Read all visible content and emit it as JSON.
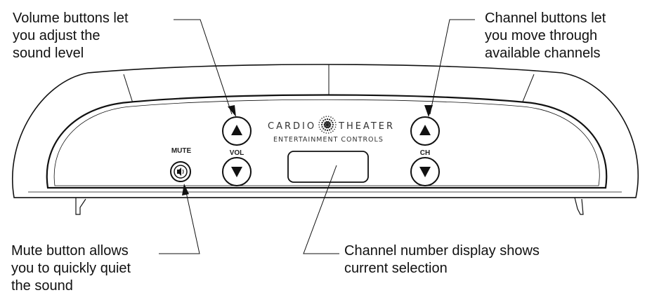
{
  "callouts": {
    "volume": "Volume buttons let\nyou adjust the\nsound level",
    "channel": "Channel buttons let\nyou move through\navailable channels",
    "mute": "Mute button allows\nyou to quickly quiet\nthe sound",
    "display": "Channel number display shows\ncurrent selection"
  },
  "panel": {
    "brand_left": "CARDIO",
    "brand_right": "THEATER",
    "brand_sub": "ENTERTAINMENT CONTROLS",
    "mute_label": "MUTE",
    "vol_label": "VOL",
    "ch_label": "CH",
    "display_value": ""
  },
  "icons": {
    "vol_up": "up-arrow-icon",
    "vol_down": "down-arrow-icon",
    "ch_up": "up-arrow-icon",
    "ch_down": "down-arrow-icon",
    "mute": "speaker-icon",
    "logo": "starburst-logo-icon"
  }
}
